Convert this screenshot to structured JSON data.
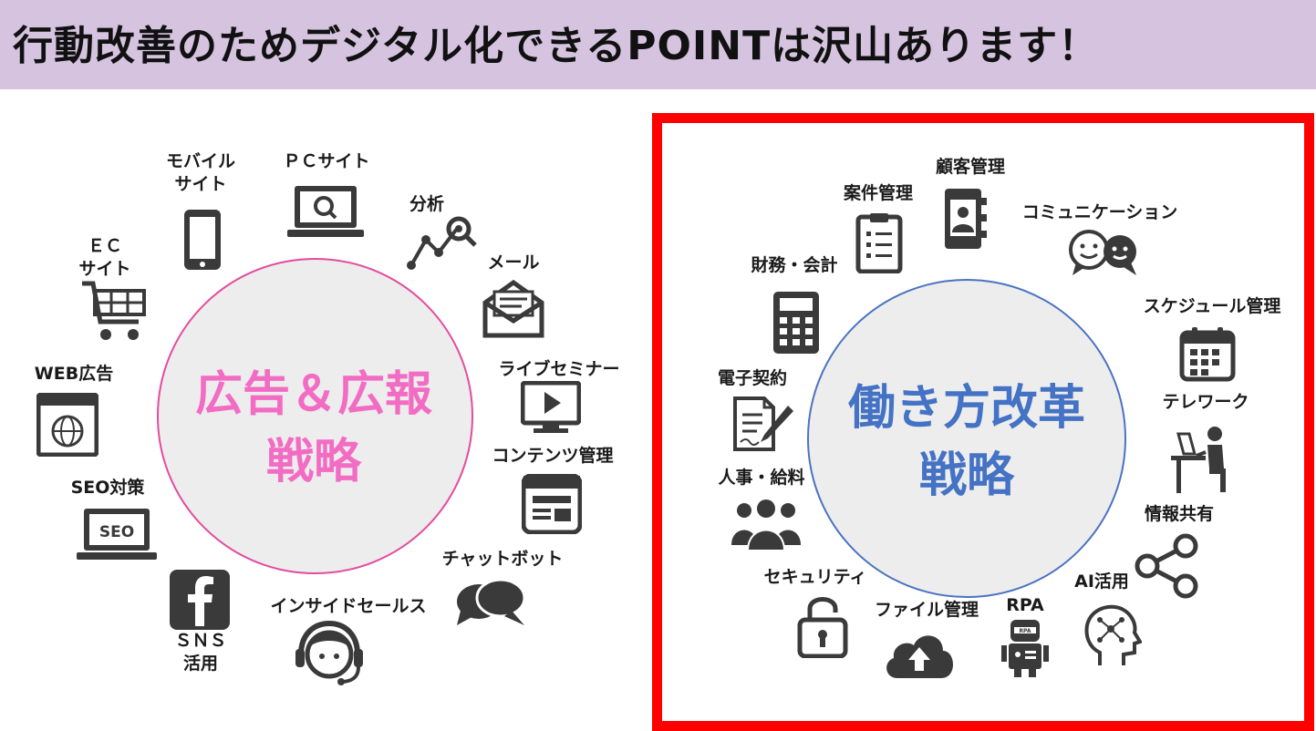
{
  "banner": {
    "title": "行動改善のためデジタル化できるPOINTは沢山あります！"
  },
  "left": {
    "center_line1": "広告＆広報",
    "center_line2": "戦略",
    "labels": {
      "mobile": "モバイル\nサイト",
      "pc": "ＰＣサイト",
      "analytics": "分析",
      "mail": "メール",
      "ec": "ＥＣ\nサイト",
      "live": "ライブセミナー",
      "web_ad": "WEB広告",
      "contents": "コンテンツ管理",
      "seo": "SEO対策",
      "chatbot": "チャットボット",
      "sns": "ＳＮＳ\n活用",
      "inside": "インサイドセールス"
    },
    "seo_icon_text": "SEO"
  },
  "right": {
    "center_line1": "働き方改革",
    "center_line2": "戦略",
    "labels": {
      "customer": "顧客管理",
      "project": "案件管理",
      "comm": "コミュニケーション",
      "finance": "財務・会計",
      "schedule": "スケジュール管理",
      "contract": "電子契約",
      "telework": "テレワーク",
      "hr": "人事・給料",
      "share": "情報共有",
      "security": "セキュリティ",
      "ai": "AI活用",
      "file": "ファイル管理",
      "rpa": "RPA",
      "rpa_icon_text": "RPA"
    }
  },
  "colors": {
    "banner": "#d5c3e0",
    "pink": "#f36cc4",
    "blue": "#4472c4",
    "frame": "#ff0000",
    "icon": "#3a3a3a"
  }
}
